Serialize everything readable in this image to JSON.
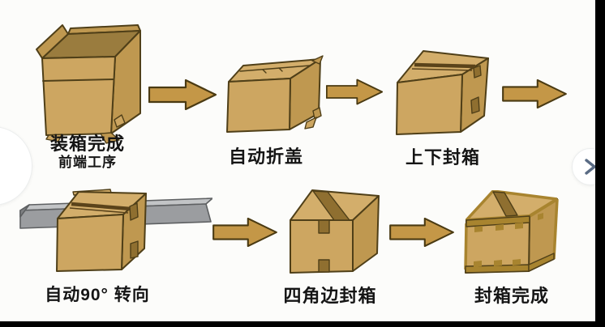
{
  "diagram": {
    "rows": [
      {
        "steps": [
          {
            "illustration": "open-carton-icon",
            "label": "装箱完成",
            "sublabel": "前端工序"
          },
          {
            "illustration": "folded-carton-icon",
            "label": "自动折盖"
          },
          {
            "illustration": "top-taped-carton-icon",
            "label": "上下封箱"
          }
        ]
      },
      {
        "steps": [
          {
            "illustration": "conveyor-carton-icon",
            "label": "自动90° 转向"
          },
          {
            "illustration": "corner-taped-carton-icon",
            "label": "四角边封箱"
          },
          {
            "illustration": "fully-sealed-carton-icon",
            "label": "封箱完成"
          }
        ]
      }
    ]
  },
  "nav": {
    "prev_icon": "chevron-left",
    "next_icon": "chevron-right"
  },
  "colors": {
    "background": "#fcfcfa",
    "carton": "#cda661",
    "carton_top": "#d3ae6b",
    "carton_side": "#bf9850",
    "carton_interior": "#9a7c3e",
    "carton_outline": "#4f3f18",
    "tape": "#8f6f30",
    "tape_dark": "#5a431a",
    "edge_band": "#a8842f",
    "arrow": "#c49747",
    "arrow_outline": "#4a3a12",
    "conveyor_front": "#9b9da0",
    "conveyor_top": "#c2c4c6",
    "conveyor_cap": "#7e8082",
    "label_text": "#151515",
    "chevron": "#5a6b84",
    "frame_bar": "#000000",
    "button_bg": "#ffffff",
    "button_border": "#eceeee"
  }
}
